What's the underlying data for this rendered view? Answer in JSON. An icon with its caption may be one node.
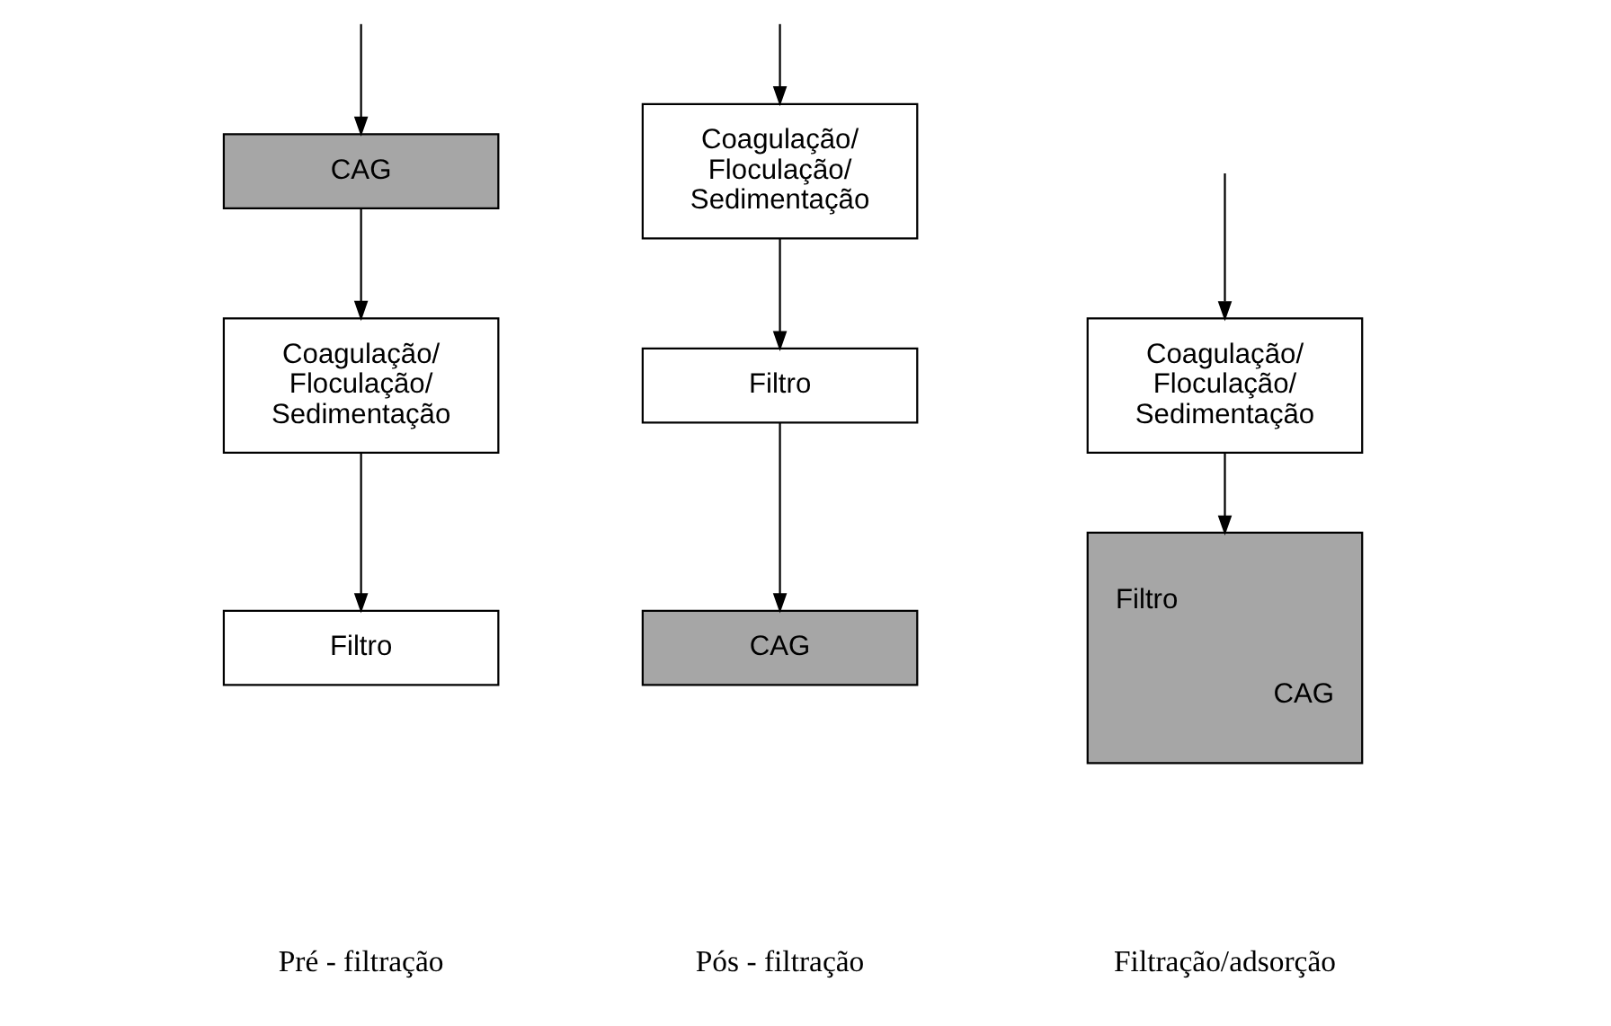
{
  "diagram": {
    "nodes": [
      {
        "text": [
          "CAG"
        ]
      },
      {
        "text": [
          "Coagulação/ Floculação/ Sedimentação"
        ]
      },
      {
        "text": [
          "Filtro"
        ]
      },
      {
        "text": [
          "Coagulação/ Floculação/ Sedimentação"
        ]
      },
      {
        "text": [
          "Filtro"
        ]
      },
      {
        "text": [
          "CAG"
        ]
      },
      {
        "text": [
          "Coagulação/ Floculação/ Sedimentação"
        ]
      },
      {
        "text": [
          "Filtro",
          "CAG"
        ]
      }
    ],
    "edges": [
      {
        "from": null,
        "to": 0,
        "arrow": "to"
      },
      {
        "from": 0,
        "to": 1,
        "arrow": "to"
      },
      {
        "from": 1,
        "to": 2,
        "arrow": "to"
      },
      {
        "from": null,
        "to": 3,
        "arrow": "to"
      },
      {
        "from": 3,
        "to": 4,
        "arrow": "to"
      },
      {
        "from": 4,
        "to": 5,
        "arrow": "to"
      },
      {
        "from": null,
        "to": 6,
        "arrow": "to"
      },
      {
        "from": 6,
        "to": 7,
        "arrow": "to"
      }
    ],
    "labels": [
      "Pré - filtração",
      "Pós - filtração",
      "Filtração/adsorção"
    ]
  }
}
